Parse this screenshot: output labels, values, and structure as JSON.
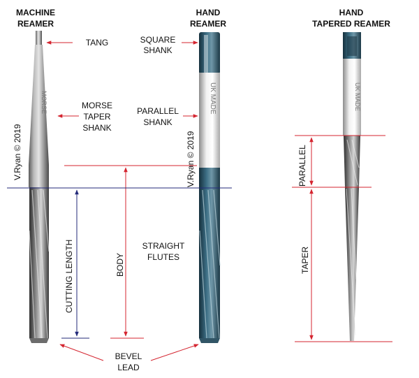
{
  "titles": {
    "machine": [
      "MACHINE",
      "REAMER"
    ],
    "hand": [
      "HAND",
      "REAMER"
    ],
    "tapered": [
      "HAND",
      "TAPERED REAMER"
    ]
  },
  "labels": {
    "tang": "TANG",
    "square_shank": [
      "SQUARE",
      "SHANK"
    ],
    "morse_taper_shank": [
      "MORSE",
      "TAPER",
      "SHANK"
    ],
    "parallel_shank": [
      "PARALLEL",
      "SHANK"
    ],
    "cutting_length": "CUTTING LENGTH",
    "body": "BODY",
    "straight_flutes": [
      "STRAIGHT",
      "FLUTES"
    ],
    "bevel_lead": [
      "BEVEL",
      "LEAD"
    ],
    "parallel": "PARALLEL",
    "taper": "TAPER"
  },
  "engravings": {
    "machine_shank": "MORSE",
    "hand_shank": "UK MADE",
    "tapered_shank": "UK MADE"
  },
  "watermarks": {
    "machine": "V.Ryan © 2019",
    "hand": "V.Ryan © 2019"
  },
  "colors": {
    "annotation_red": "#d4242f",
    "annotation_blue": "#232a7a",
    "hand_flute_blue": "#2f5f73"
  }
}
